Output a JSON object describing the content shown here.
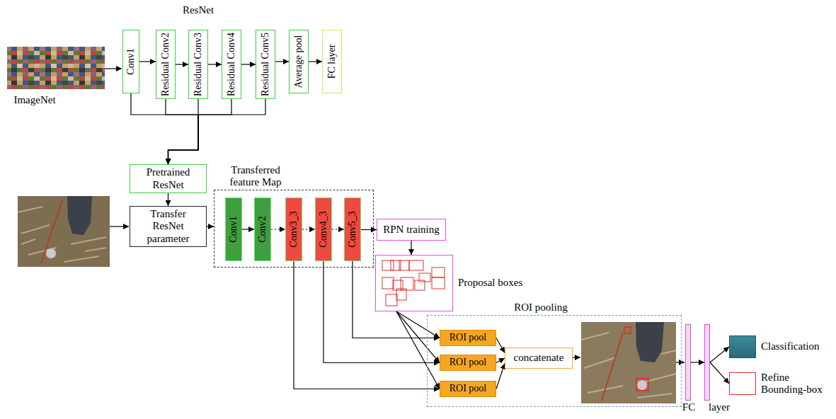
{
  "diagram": {
    "nodes": [
      {
        "text": [
          "Conv1"
        ]
      },
      {
        "text": [
          "Residual Conv2"
        ]
      },
      {
        "text": [
          "Residual Conv3"
        ]
      },
      {
        "text": [
          "Residual Conv4"
        ]
      },
      {
        "text": [
          "Residual Conv5"
        ]
      },
      {
        "text": [
          "Average pool"
        ]
      },
      {
        "text": [
          "FC layer"
        ]
      },
      {
        "text": [
          "Pretrained ResNet"
        ]
      },
      {
        "text": [
          "Transfer ResNet parameter"
        ]
      },
      {
        "text": [
          "Transferred feature Map"
        ]
      },
      {
        "text": [
          "Conv1"
        ],
        "in": 9
      },
      {
        "text": [
          "Conv2"
        ],
        "in": 9
      },
      {
        "text": [
          "Conv3_3"
        ],
        "in": 9
      },
      {
        "text": [
          "Conv4_3"
        ],
        "in": 9
      },
      {
        "text": [
          "Conv5_3"
        ],
        "in": 9
      },
      {
        "text": [
          "RPN training"
        ]
      },
      {
        "text": [
          "Proposal boxes"
        ]
      },
      {
        "text": [
          "ROI pooling"
        ]
      },
      {
        "text": [
          "ROI pool"
        ],
        "in": 17
      },
      {
        "text": [
          "ROI pool"
        ],
        "in": 17
      },
      {
        "text": [
          "ROI pool"
        ],
        "in": 17
      },
      {
        "text": [
          "concatenate"
        ],
        "in": 17
      },
      {
        "text": [
          "FC"
        ]
      },
      {
        "text": [
          "layer"
        ]
      },
      {
        "text": [
          "Classification"
        ]
      },
      {
        "text": [
          "Refine Bounding-box"
        ]
      }
    ],
    "edges": [
      {
        "from": 0,
        "to": 1,
        "arrow": "to"
      },
      {
        "from": 1,
        "to": 2,
        "arrow": "to"
      },
      {
        "from": 2,
        "to": 3,
        "arrow": "to"
      },
      {
        "from": 3,
        "to": 4,
        "arrow": "to"
      },
      {
        "from": 4,
        "to": 5,
        "arrow": "to"
      },
      {
        "from": 5,
        "to": 6,
        "arrow": "to"
      },
      {
        "from": 0,
        "to": 7,
        "arrow": "to"
      },
      {
        "from": 1,
        "to": 7,
        "arrow": "to"
      },
      {
        "from": 2,
        "to": 7,
        "arrow": "to"
      },
      {
        "from": 3,
        "to": 7,
        "arrow": "to"
      },
      {
        "from": 4,
        "to": 7,
        "arrow": "to"
      },
      {
        "from": 7,
        "to": 8,
        "arrow": "to"
      },
      {
        "from": 8,
        "to": 9,
        "arrow": "to"
      },
      {
        "from": 10,
        "to": 11,
        "arrow": "to"
      },
      {
        "from": 11,
        "to": 12,
        "arrow": "to"
      },
      {
        "from": 12,
        "to": 13,
        "arrow": "to"
      },
      {
        "from": 13,
        "to": 14,
        "arrow": "to"
      },
      {
        "from": 14,
        "to": 15,
        "arrow": "to"
      },
      {
        "from": 15,
        "to": 16,
        "arrow": "to"
      },
      {
        "from": 16,
        "to": 18,
        "arrow": "to"
      },
      {
        "from": 16,
        "to": 19,
        "arrow": "to"
      },
      {
        "from": 16,
        "to": 20,
        "arrow": "to"
      },
      {
        "from": 14,
        "to": 18,
        "arrow": "to"
      },
      {
        "from": 13,
        "to": 19,
        "arrow": "to"
      },
      {
        "from": 12,
        "to": 20,
        "arrow": "to"
      },
      {
        "from": 18,
        "to": 21,
        "arrow": "to"
      },
      {
        "from": 19,
        "to": 21,
        "arrow": "to"
      },
      {
        "from": 20,
        "to": 21,
        "arrow": "to"
      },
      {
        "from": 22,
        "to": 23,
        "arrow": "to"
      },
      {
        "from": 23,
        "to": 24,
        "arrow": "to"
      },
      {
        "from": 23,
        "to": 25,
        "arrow": "to"
      }
    ],
    "labels": [
      "ResNet",
      "ImageNet"
    ]
  }
}
